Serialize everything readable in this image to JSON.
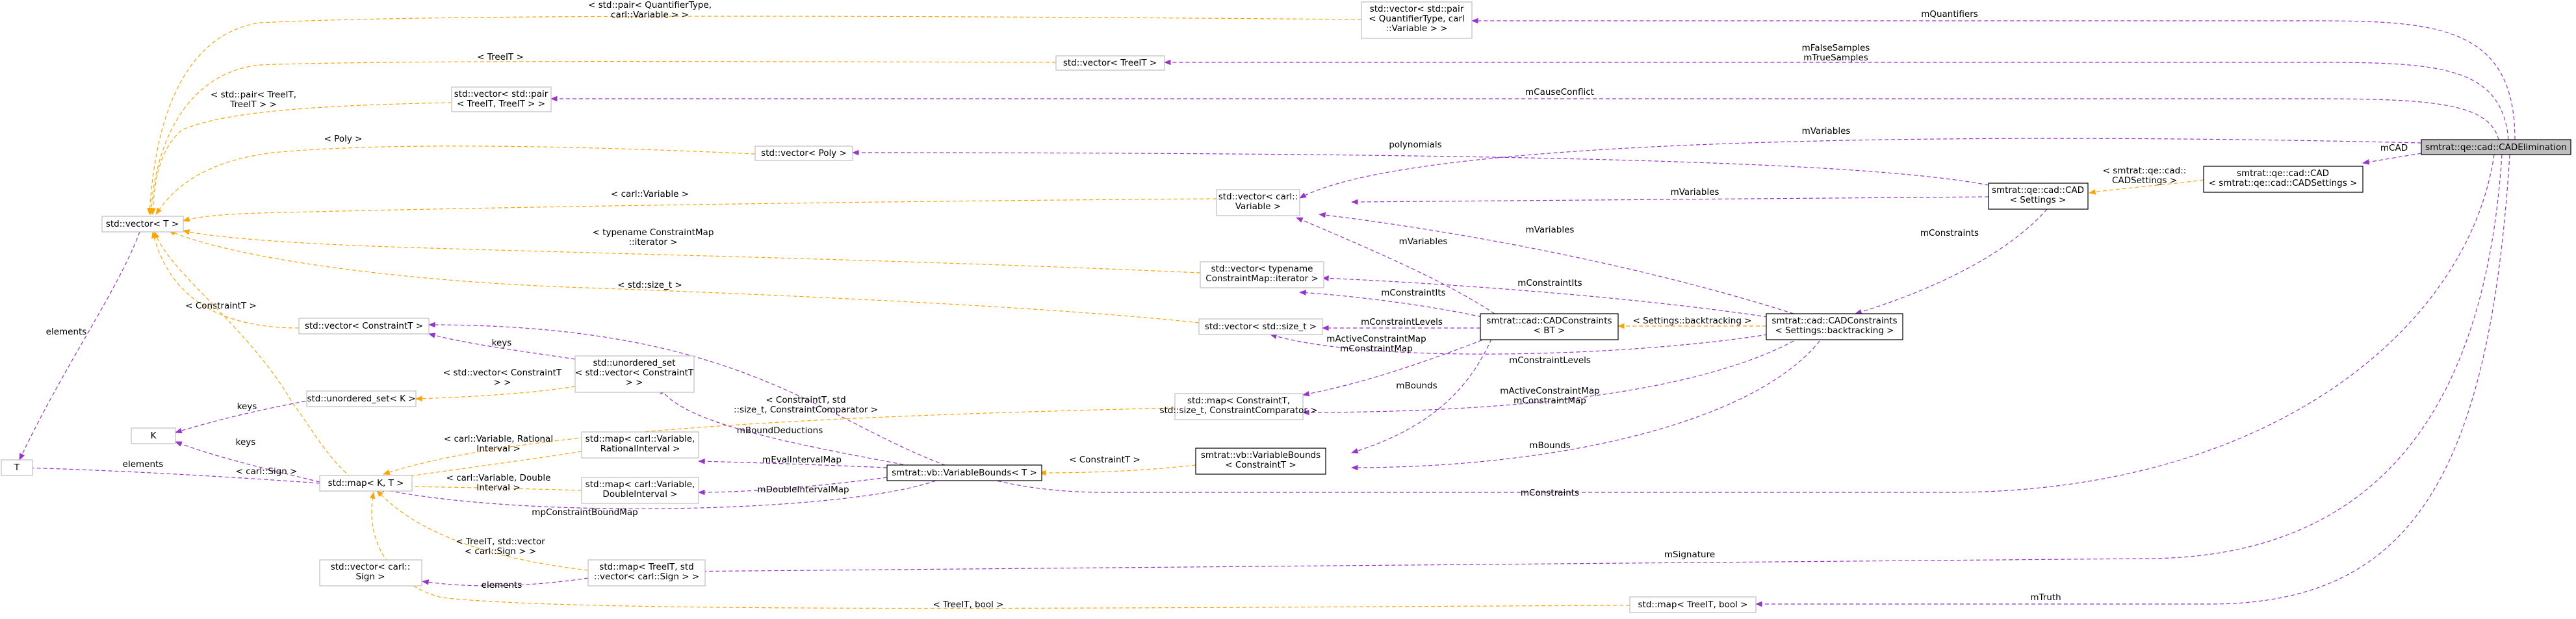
{
  "nodes": {
    "cad_elimination": [
      "smtrat::qe::cad::CADElimination"
    ],
    "quantifiers": [
      "std::vector< std::pair",
      "< QuantifierType, carl",
      "::Variable > >"
    ],
    "vector_treeit": [
      "std::vector< TreeIT >"
    ],
    "vector_pair_treeit": [
      "std::vector< std::pair",
      "< TreeIT, TreeIT > >"
    ],
    "vector_poly": [
      "std::vector< Poly >"
    ],
    "vector_t": [
      "std::vector< T >"
    ],
    "vector_carl_variable": [
      "std::vector< carl::",
      "Variable >"
    ],
    "vector_typename_iter": [
      "std::vector< typename",
      "ConstraintMap::iterator >"
    ],
    "vector_size_t": [
      "std::vector< std::size_t >"
    ],
    "vector_constraintt": [
      "std::vector< ConstraintT >"
    ],
    "unordered_set_vec": [
      "std::unordered_set",
      "< std::vector< ConstraintT",
      "> >"
    ],
    "unordered_set_k": [
      "std::unordered_set< K >"
    ],
    "k": [
      "K"
    ],
    "t": [
      "T"
    ],
    "map_k_t": [
      "std::map< K, T >"
    ],
    "map_rational": [
      "std::map< carl::Variable,",
      "RationalInterval >"
    ],
    "map_double": [
      "std::map< carl::Variable,",
      "DoubleInterval >"
    ],
    "vector_carl_sign": [
      "std::vector< carl::",
      "Sign >"
    ],
    "map_treeit_vec": [
      "std::map< TreeIT, std",
      "::vector< carl::Sign > >"
    ],
    "map_treeit_bool": [
      "std::map< TreeIT, bool >"
    ],
    "map_constraintt": [
      "std::map< ConstraintT,",
      "std::size_t, ConstraintComparator >"
    ],
    "variable_bounds_t": [
      "smtrat::vb::VariableBounds< T >"
    ],
    "variable_bounds_c": [
      "smtrat::vb::VariableBounds",
      "< ConstraintT >"
    ],
    "cad_constraints_bt": [
      "smtrat::cad::CADConstraints",
      "< BT >"
    ],
    "cad_constraints_sb": [
      "smtrat::cad::CADConstraints",
      "< Settings::backtracking >"
    ],
    "qe_cad_settings": [
      "smtrat::qe::cad::CAD",
      "< Settings >"
    ],
    "qe_cad_cadsettings": [
      "smtrat::qe::cad::CAD",
      "< smtrat::qe::cad::CADSettings >"
    ]
  },
  "edge_labels": {
    "mQuantifiers": [
      "mQuantifiers"
    ],
    "mFalseSamples": [
      "mFalseSamples",
      "mTrueSamples"
    ],
    "mCauseConflict": [
      "mCauseConflict"
    ],
    "mVariables_top": [
      "mVariables"
    ],
    "mCAD": [
      "mCAD"
    ],
    "cadsettings_tmpl": [
      "< smtrat::qe::cad::",
      "CADSettings >"
    ],
    "polynomials": [
      "polynomials"
    ],
    "mVariables_qe": [
      "mVariables"
    ],
    "mConstraints_qe": [
      "mConstraints"
    ],
    "mVariables_bt": [
      "mVariables"
    ],
    "mVariables_sb": [
      "mVariables"
    ],
    "mConstraintIts_bt": [
      "mConstraintIts"
    ],
    "mConstraintIts_sb": [
      "mConstraintIts"
    ],
    "backtracking_tmpl": [
      "< Settings::backtracking >"
    ],
    "mConstraintLevels_bt": [
      "mConstraintLevels"
    ],
    "mConstraintLevels_sb": [
      "mConstraintLevels"
    ],
    "mActiveMap_bt": [
      "mActiveConstraintMap",
      "mConstraintMap"
    ],
    "mActiveMap_sb": [
      "mActiveConstraintMap",
      "mConstraintMap"
    ],
    "mBounds_bt": [
      "mBounds"
    ],
    "mBounds_sb": [
      "mBounds"
    ],
    "mConstraints_elim": [
      "mConstraints"
    ],
    "mSignature": [
      "mSignature"
    ],
    "mTruth": [
      "mTruth"
    ],
    "constraintt_tmpl": [
      "< ConstraintT >"
    ],
    "constraintt_map_tmpl": [
      "< ConstraintT, std",
      "::size_t, ConstraintComparator >"
    ],
    "mBoundDeductions": [
      "mBoundDeductions"
    ],
    "mEvalIntervalMap": [
      "mEvalIntervalMap"
    ],
    "mDoubleIntervalMap": [
      "mDoubleIntervalMap"
    ],
    "mpConstraintBoundMap": [
      "mpConstraintBoundMap"
    ],
    "pair_quantifier_tmpl": [
      "< std::pair< QuantifierType,",
      "carl::Variable > >"
    ],
    "treeit_tmpl": [
      "< TreeIT >"
    ],
    "pair_treeit_tmpl": [
      "< std::pair< TreeIT,",
      "TreeIT > >"
    ],
    "poly_tmpl": [
      "< Poly >"
    ],
    "carl_variable_tmpl": [
      "< carl::Variable >"
    ],
    "typename_iter_tmpl": [
      "< typename ConstraintMap",
      "::iterator >"
    ],
    "size_t_tmpl": [
      "< std::size_t >"
    ],
    "constraintt_vec_tmpl": [
      "< ConstraintT >"
    ],
    "keys_uset": [
      "keys"
    ],
    "vec_constraintt_tmpl": [
      "< std::vector< ConstraintT",
      "> >"
    ],
    "keys_k": [
      "keys"
    ],
    "keys_mapk": [
      "keys"
    ],
    "elements_vt": [
      "elements"
    ],
    "elements_map": [
      "elements"
    ],
    "carl_sign_tmpl": [
      "< carl::Sign >"
    ],
    "rational_tmpl": [
      "< carl::Variable, Rational",
      "Interval >"
    ],
    "double_tmpl": [
      "< carl::Variable, Double",
      "Interval >"
    ],
    "treeit_vec_tmpl": [
      "< TreeIT, std::vector",
      "< carl::Sign > >"
    ],
    "elements_sign": [
      "elements"
    ],
    "treeit_bool_tmpl": [
      "< TreeIT, bool >"
    ]
  },
  "colors": {
    "member_edge": "#9a32cd",
    "template_edge": "#ffa500",
    "focus_fill": "#bfbfbf",
    "node_border": "#bfbfbf",
    "dark_border": "#000000"
  }
}
